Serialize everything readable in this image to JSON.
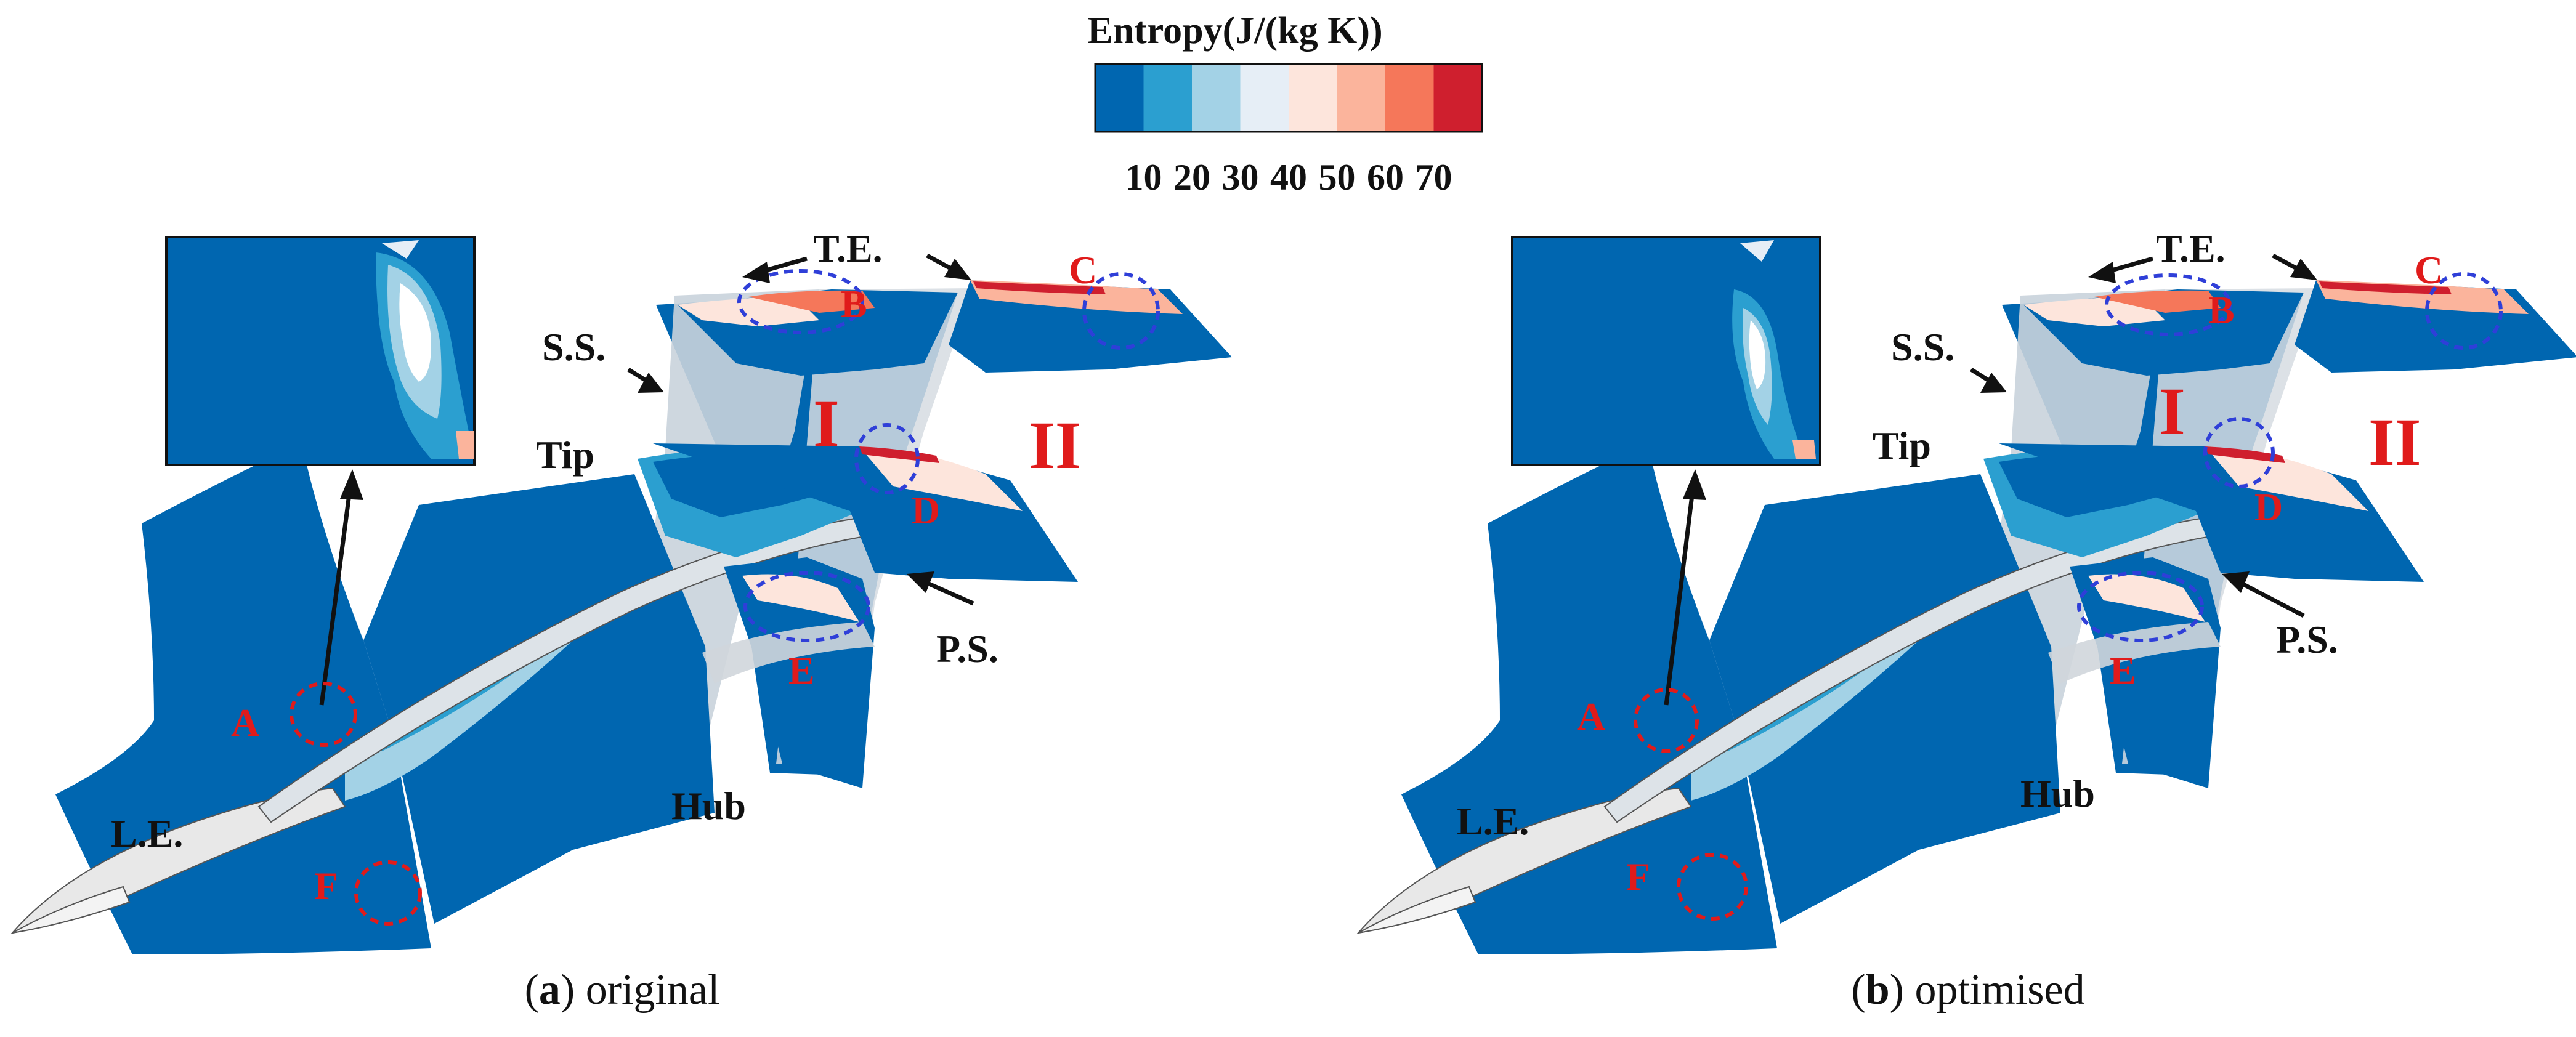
{
  "colorbar": {
    "title": "Entropy(J/(kg K))",
    "ticks": [
      "10",
      "20",
      "30",
      "40",
      "50",
      "60",
      "70"
    ],
    "colors": [
      "#0066b0",
      "#2b9fd0",
      "#a3d2e6",
      "#e6eef6",
      "#fde5dc",
      "#fbb49c",
      "#f5775a",
      "#cf1f2e"
    ]
  },
  "panels": [
    {
      "caption_letter": "a",
      "caption_text": "original",
      "labels": {
        "te": "T.E.",
        "ss": "S.S.",
        "tip": "Tip",
        "ps": "P.S.",
        "hub": "Hub",
        "le": "L.E.",
        "row_one": "I",
        "row_two": "II",
        "region_a": "A",
        "region_b": "B",
        "region_c": "C",
        "region_d": "D",
        "region_e": "E",
        "region_f": "F"
      }
    },
    {
      "caption_letter": "b",
      "caption_text": "optimised",
      "labels": {
        "te": "T.E.",
        "ss": "S.S.",
        "tip": "Tip",
        "ps": "P.S.",
        "hub": "Hub",
        "le": "L.E.",
        "row_one": "I",
        "row_two": "II",
        "region_a": "A",
        "region_b": "B",
        "region_c": "C",
        "region_d": "D",
        "region_e": "E",
        "region_f": "F"
      }
    }
  ],
  "palette": {
    "blue_dark": "#0066b0",
    "blue_mid": "#2b9fd0",
    "blue_light": "#a3d2e6",
    "grey_surface": "#d9dde1",
    "marker_red": "#e01b1b",
    "marker_blue": "#2f3fd8"
  }
}
